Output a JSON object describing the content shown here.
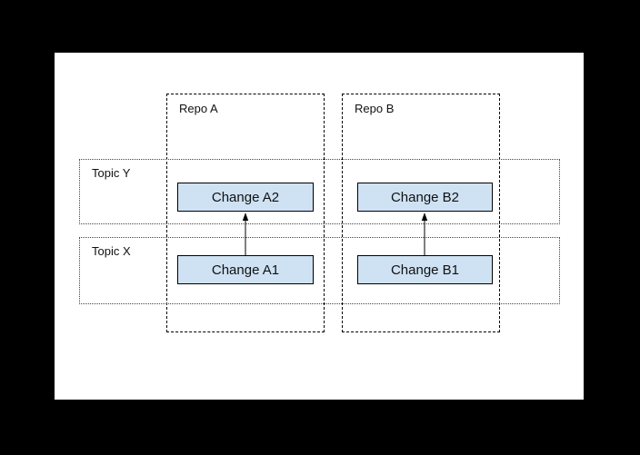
{
  "diagram": {
    "repos": [
      {
        "id": "repo-a",
        "label": "Repo A"
      },
      {
        "id": "repo-b",
        "label": "Repo B"
      }
    ],
    "topics": [
      {
        "id": "topic-y",
        "label": "Topic Y"
      },
      {
        "id": "topic-x",
        "label": "Topic X"
      }
    ],
    "changes": [
      {
        "id": "change-a2",
        "label": "Change A2",
        "repo": "Repo A",
        "topic": "Topic Y"
      },
      {
        "id": "change-b2",
        "label": "Change B2",
        "repo": "Repo B",
        "topic": "Topic Y"
      },
      {
        "id": "change-a1",
        "label": "Change A1",
        "repo": "Repo A",
        "topic": "Topic X"
      },
      {
        "id": "change-b1",
        "label": "Change B1",
        "repo": "Repo B",
        "topic": "Topic X"
      }
    ],
    "arrows": [
      {
        "from": "Change A1",
        "to": "Change A2"
      },
      {
        "from": "Change B1",
        "to": "Change B2"
      }
    ]
  },
  "colors": {
    "background": "#000000",
    "canvas": "#ffffff",
    "change_fill": "#cfe2f3",
    "change_border": "#000000",
    "outline": "#000000"
  }
}
